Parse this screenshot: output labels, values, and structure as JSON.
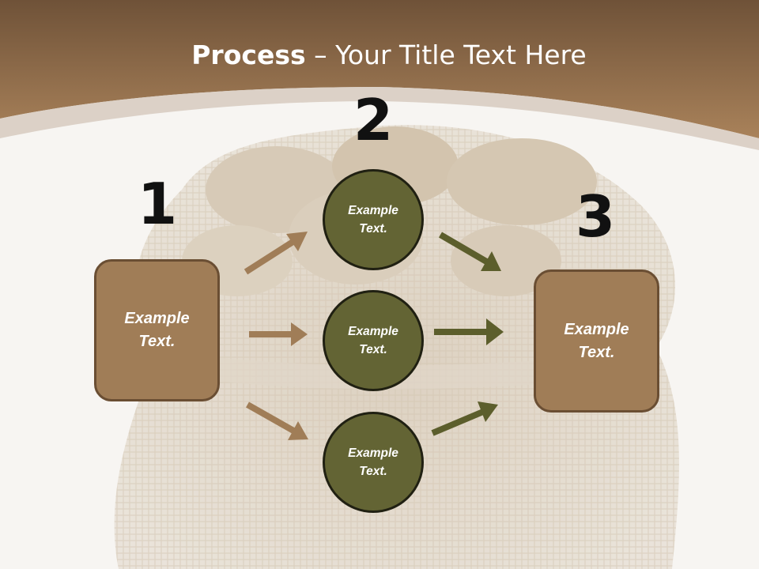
{
  "title": {
    "bold": "Process",
    "rest": " – Your Title Text Here"
  },
  "numbers": [
    "1",
    "2",
    "3"
  ],
  "left_box": {
    "text": "Example\nText."
  },
  "right_box": {
    "text": "Example\nText."
  },
  "circles": [
    {
      "text": "Example\nText."
    },
    {
      "text": "Example\nText."
    },
    {
      "text": "Example\nText."
    }
  ],
  "colors": {
    "header": "#8f6a45",
    "box_fill": "#a07d57",
    "circle_fill": "#636434",
    "arrow_brown": "#a07d57",
    "arrow_olive": "#5c5e2c"
  },
  "background_image": "potatoes-in-burlap-sack"
}
